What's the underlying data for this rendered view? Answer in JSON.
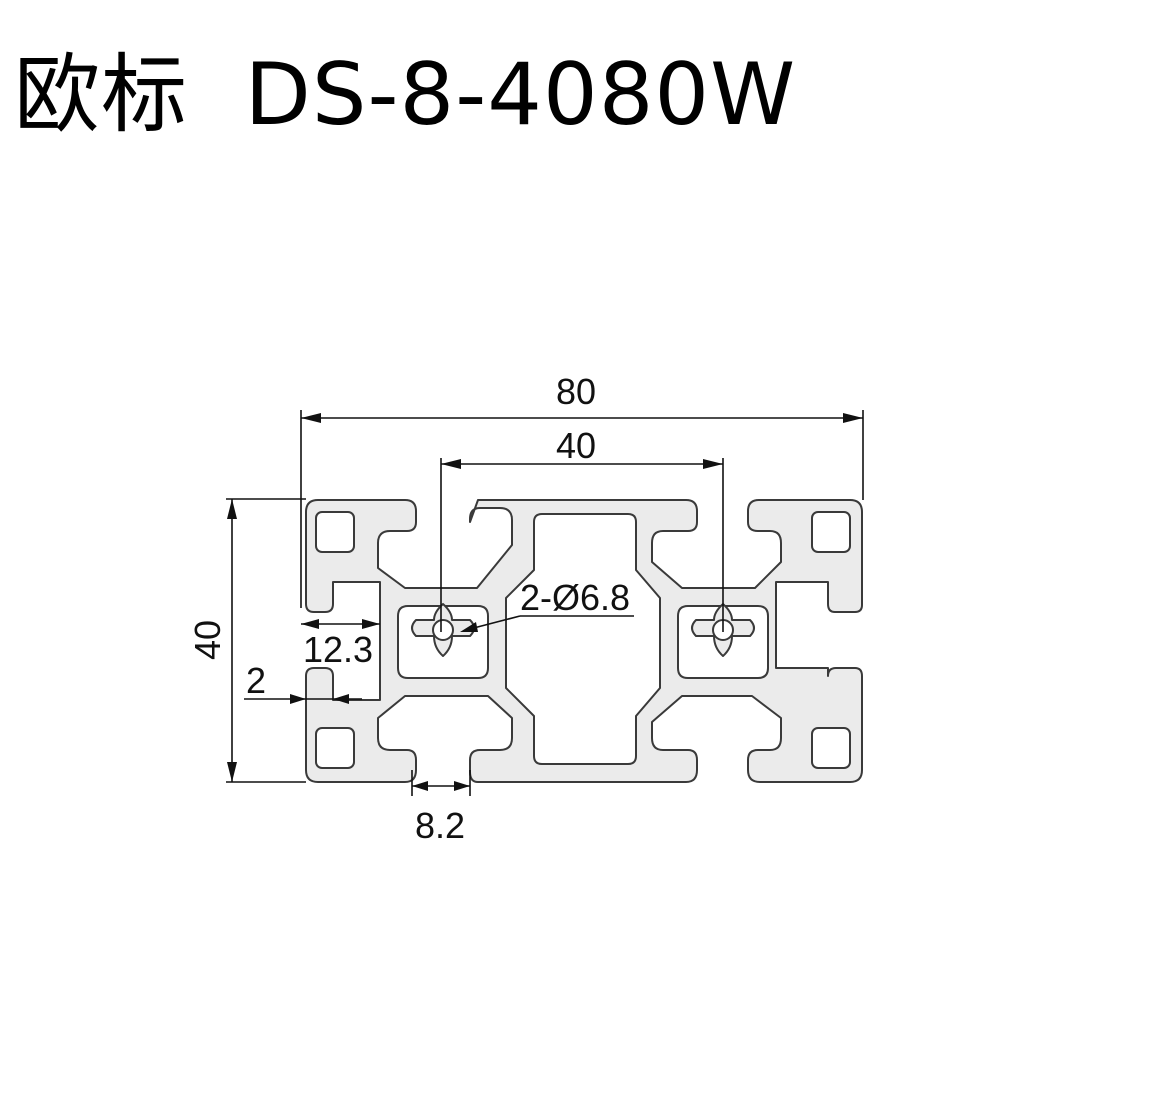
{
  "title": "欧标  DS-8-4080W",
  "dimensions": {
    "overall_width": "80",
    "center_distance": "40",
    "height": "40",
    "slot_depth": "12.3",
    "wall": "2",
    "slot_width": "8.2",
    "holes": "2-Ø6.8"
  },
  "colors": {
    "profile_fill": "#ebebeb",
    "outline": "#3a3a3a",
    "line": "#111111"
  }
}
